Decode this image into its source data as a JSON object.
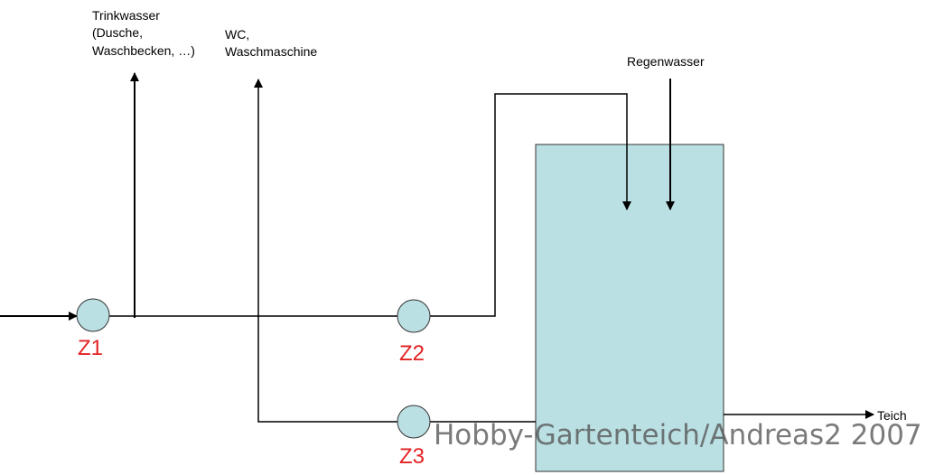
{
  "labels": {
    "trinkwasser_line1": "Trinkwasser",
    "trinkwasser_line2": "(Dusche,",
    "trinkwasser_line3": "Waschbecken, …)",
    "wc_line1": "WC,",
    "wc_line2": "Waschmaschine",
    "regenwasser": "Regenwasser",
    "teich": "Teich"
  },
  "meters": {
    "z1": "Z1",
    "z2": "Z2",
    "z3": "Z3"
  },
  "watermark": "Hobby-Gartenteich/Andreas2 2007",
  "colors": {
    "line": "#000000",
    "tank_fill": "#bbe0e3",
    "tank_stroke": "#333333",
    "meter_fill": "#bbe0e3",
    "meter_label": "#e32222",
    "watermark": "#555555"
  }
}
